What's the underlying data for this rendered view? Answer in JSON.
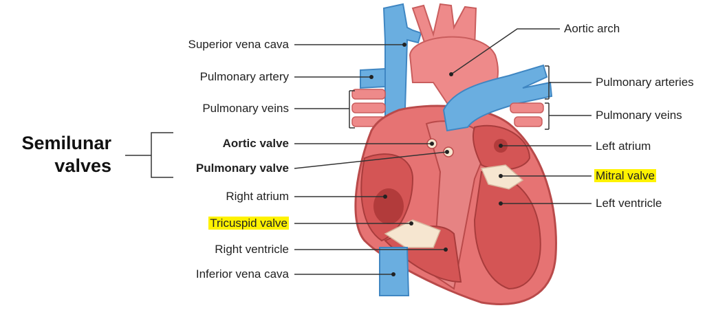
{
  "labels": {
    "superior_vena_cava": "Superior vena cava",
    "pulmonary_artery": "Pulmonary artery",
    "pulmonary_veins_left": "Pulmonary veins",
    "aortic_valve": "Aortic valve",
    "pulmonary_valve": "Pulmonary valve",
    "right_atrium": "Right atrium",
    "tricuspid_valve": "Tricuspid valve",
    "right_ventricle": "Right ventricle",
    "inferior_vena_cava": "Inferior vena cava",
    "aortic_arch": "Aortic arch",
    "pulmonary_arteries": "Pulmonary arteries",
    "pulmonary_veins_right": "Pulmonary veins",
    "left_atrium": "Left atrium",
    "mitral_valve": "Mitral valve",
    "left_ventricle": "Left ventricle"
  },
  "group_label": {
    "line1": "Semilunar",
    "line2": "valves"
  },
  "highlighted_labels": [
    "tricuspid_valve",
    "mitral_valve"
  ],
  "colors": {
    "highlight": "#fff200",
    "vein_blue": "#6aaee0",
    "heart_red": "#e67373",
    "heart_dark": "#c94848",
    "valve_cream": "#f6e6d0",
    "leader_line": "#333333"
  }
}
